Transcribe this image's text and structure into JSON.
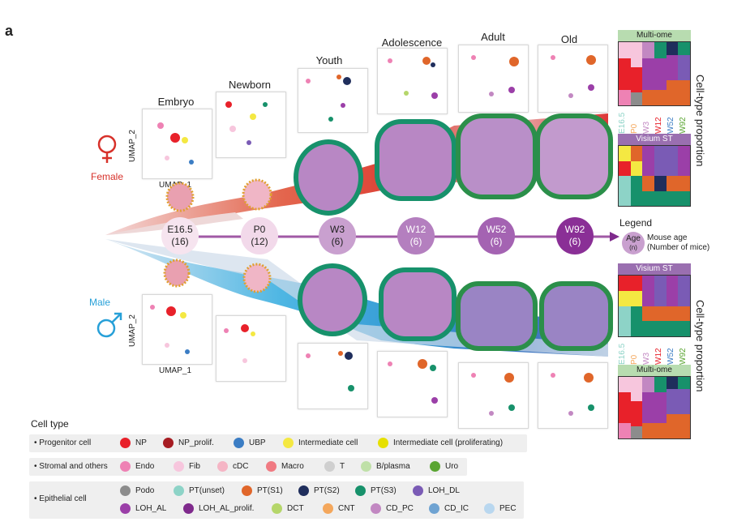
{
  "panel_label": "a",
  "stages": [
    {
      "label": "Embryo",
      "code": "E16.5",
      "n": "(16)"
    },
    {
      "label": "Newborn",
      "code": "P0",
      "n": "(12)"
    },
    {
      "label": "Youth",
      "code": "W3",
      "n": "(6)"
    },
    {
      "label": "Adolescence",
      "code": "W12",
      "n": "(6)"
    },
    {
      "label": "Adult",
      "code": "W52",
      "n": "(6)"
    },
    {
      "label": "Old",
      "code": "W92",
      "n": "(6)"
    }
  ],
  "sex": {
    "female": "Female",
    "male": "Male"
  },
  "umap": {
    "x": "UMAP_1",
    "y": "UMAP_2"
  },
  "proportion": {
    "title": "Cell-type proportion",
    "multiome": "Multi-ome",
    "visium": "Visium ST",
    "ages": [
      "E16.5",
      "P0",
      "W3",
      "W12",
      "W52",
      "W92"
    ]
  },
  "legend": {
    "title": "Legend",
    "age": "Age",
    "n": "(n)",
    "age_desc": "Mouse age",
    "n_desc": "(Number of mice)"
  },
  "cell_type": {
    "title": "Cell type",
    "groups": [
      {
        "name": "Progenitor cell",
        "items": [
          {
            "label": "NP",
            "color": "#e8212a"
          },
          {
            "label": "NP_prolif.",
            "color": "#a61c22"
          },
          {
            "label": "UBP",
            "color": "#3b7dc4"
          },
          {
            "label": "Intermediate cell",
            "color": "#f4e842"
          },
          {
            "label": "Intermediate cell (proliferating)",
            "color": "#e6e000"
          }
        ]
      },
      {
        "name": "Stromal and others",
        "items": [
          {
            "label": "Endo",
            "color": "#ee82b4"
          },
          {
            "label": "Fib",
            "color": "#f7c6dd"
          },
          {
            "label": "cDC",
            "color": "#f5b5c5"
          },
          {
            "label": "Macro",
            "color": "#f07a82"
          },
          {
            "label": "T",
            "color": "#cfcfcf"
          },
          {
            "label": "B/plasma",
            "color": "#bfe0a8"
          },
          {
            "label": "Uro",
            "color": "#5aa532"
          }
        ]
      },
      {
        "name": "Epithelial cell",
        "items": [
          {
            "label": "Podo",
            "color": "#8c8c8c"
          },
          {
            "label": "PT(unset)",
            "color": "#8dd3c7"
          },
          {
            "label": "PT(S1)",
            "color": "#e0662a"
          },
          {
            "label": "PT(S2)",
            "color": "#1f2e5c"
          },
          {
            "label": "PT(S3)",
            "color": "#17916b"
          },
          {
            "label": "LOH_DL",
            "color": "#7a5bb5"
          },
          {
            "label": "LOH_AL",
            "color": "#9b3fa8"
          },
          {
            "label": "LOH_AL_prolif.",
            "color": "#7f2a8c"
          },
          {
            "label": "DCT",
            "color": "#b5d66a"
          },
          {
            "label": "CNT",
            "color": "#f4a75c"
          },
          {
            "label": "CD_PC",
            "color": "#c288c2"
          },
          {
            "label": "CD_IC",
            "color": "#6fa3d2"
          },
          {
            "label": "PEC",
            "color": "#b9d7ef"
          }
        ]
      }
    ]
  },
  "colors": {
    "female": "#d7312a",
    "male": "#27a0d8",
    "timeline": "#a05aa5",
    "header_green": "#b8dcb0",
    "header_purple": "#9a6fb0"
  }
}
